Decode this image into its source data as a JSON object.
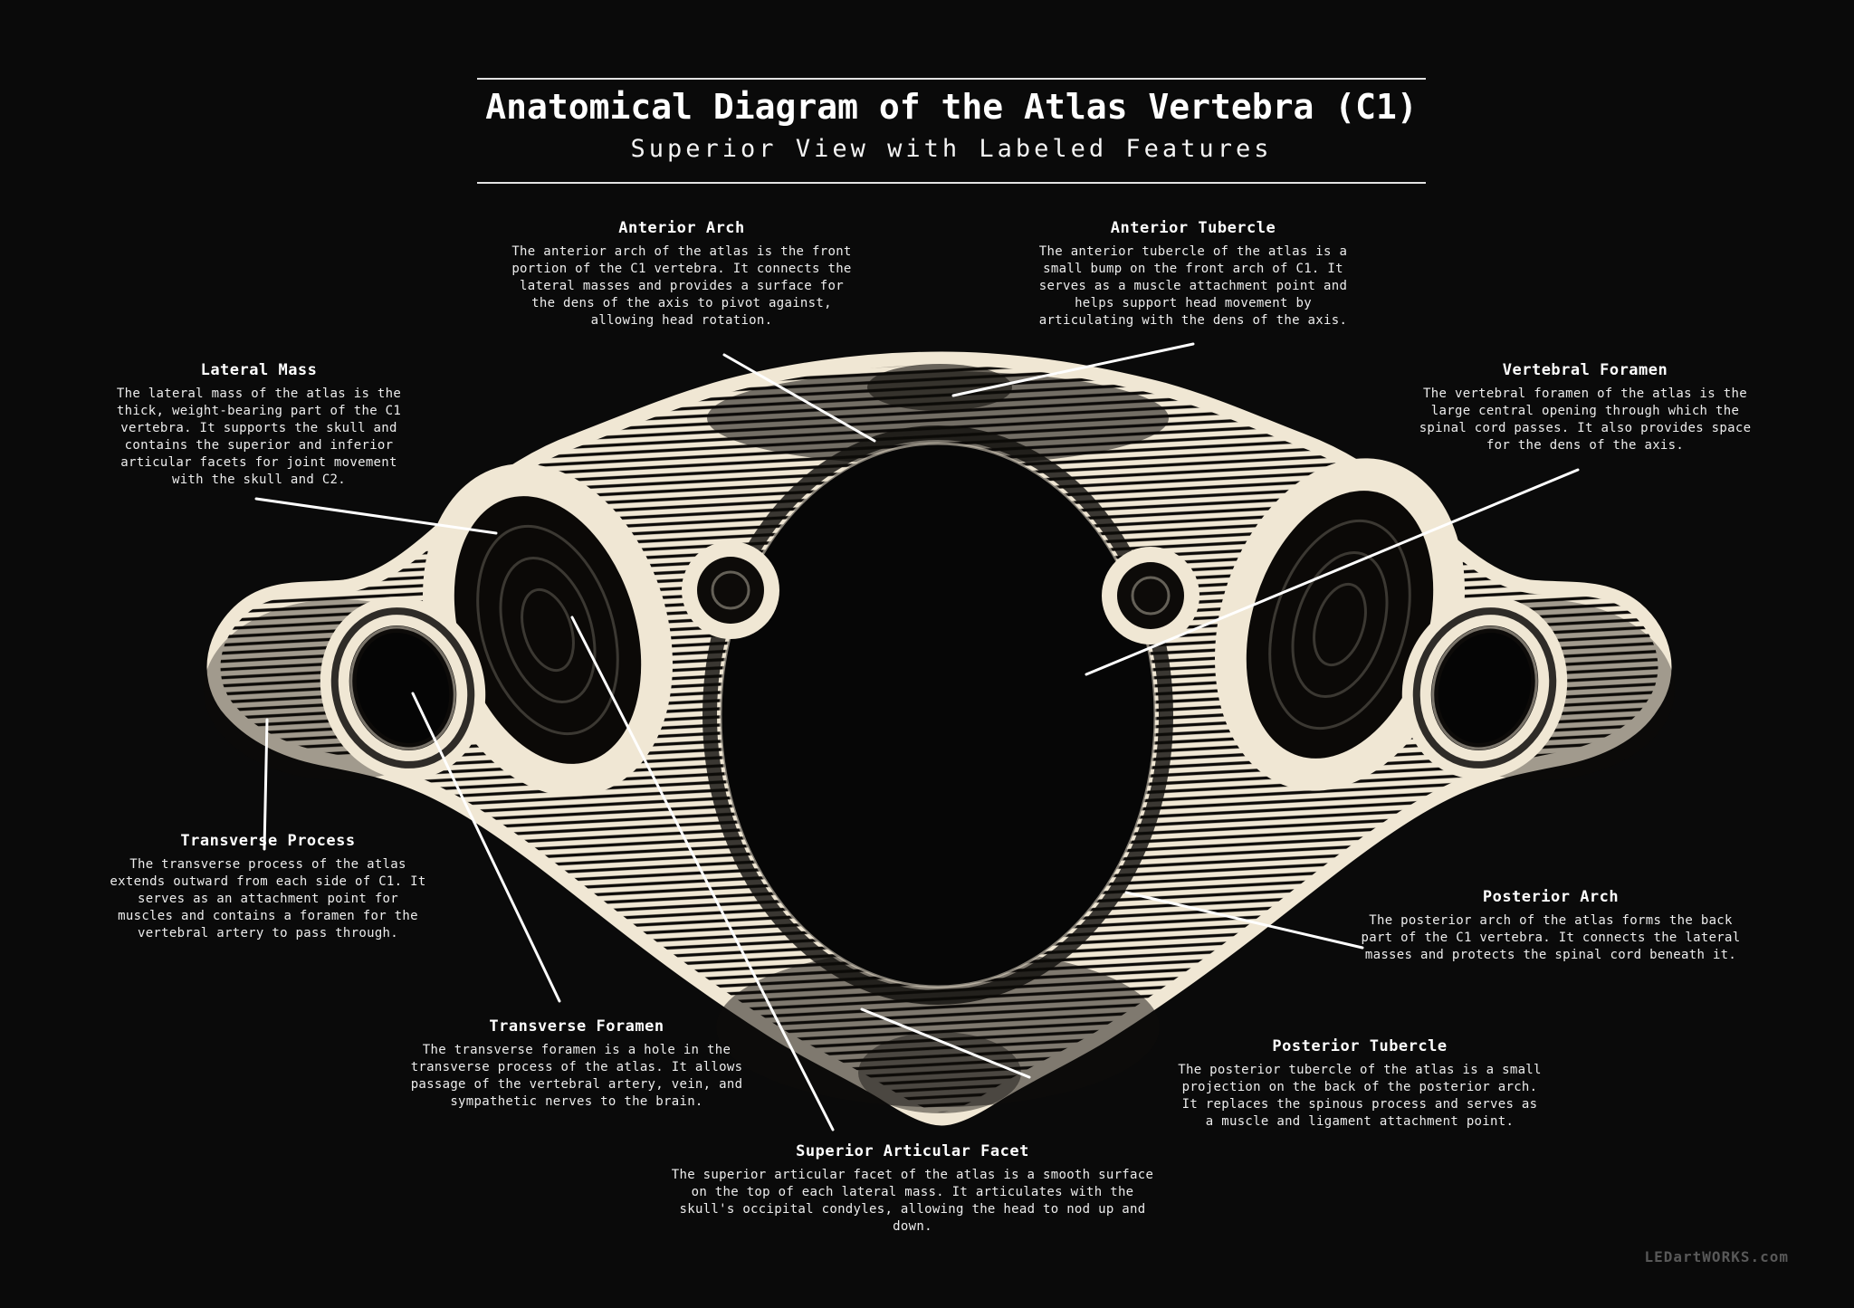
{
  "header": {
    "title": "Anatomical Diagram of the Atlas Vertebra (C1)",
    "subtitle": "Superior View with Labeled Features"
  },
  "labels": [
    {
      "id": "anterior-arch",
      "title": "Anterior Arch",
      "body": "The anterior arch of the atlas is the front portion of the C1 vertebra. It connects the lateral masses and provides a surface for the dens of the axis to pivot against, allowing head rotation."
    },
    {
      "id": "anterior-tubercle",
      "title": "Anterior Tubercle",
      "body": "The anterior tubercle of the atlas is a small bump on the front arch of C1. It serves as a muscle attachment point and helps support head movement by articulating with the dens of the axis."
    },
    {
      "id": "lateral-mass",
      "title": "Lateral Mass",
      "body": "The lateral mass of the atlas is the thick, weight-bearing part of the C1 vertebra. It supports the skull and contains the superior and inferior articular facets for joint movement with the skull and C2."
    },
    {
      "id": "vertebral-foramen",
      "title": "Vertebral Foramen",
      "body": "The vertebral foramen of the atlas is the large central opening through which the spinal cord passes. It also provides space for the dens of the axis."
    },
    {
      "id": "transverse-process",
      "title": "Transverse Process",
      "body": "The transverse process of the atlas extends outward from each side of C1. It serves as an attachment point for muscles and contains a foramen for the vertebral artery to pass through."
    },
    {
      "id": "transverse-foramen",
      "title": "Transverse Foramen",
      "body": "The transverse foramen is a hole in the transverse process of the atlas. It allows passage of the vertebral artery, vein, and sympathetic nerves to the brain."
    },
    {
      "id": "superior-articular-facet",
      "title": "Superior Articular Facet",
      "body": "The superior articular facet of the atlas is a smooth surface on the top of each lateral mass. It articulates with the skull's occipital condyles, allowing the head to nod up and down."
    },
    {
      "id": "posterior-arch",
      "title": "Posterior Arch",
      "body": "The posterior arch of the atlas forms the back part of the C1 vertebra. It connects the lateral masses and protects the spinal cord beneath it."
    },
    {
      "id": "posterior-tubercle",
      "title": "Posterior Tubercle",
      "body": "The posterior tubercle of the atlas is a small projection on the back of the posterior arch. It replaces the spinous process and serves as a muscle and ligament attachment point."
    }
  ],
  "illustration": "engraved-atlas-vertebra-superior-view",
  "watermark": "LEDartWORKS.com",
  "colors": {
    "background": "#0a0a0a",
    "bone": "#f0e7d4",
    "engraving": "#0d0b09",
    "text": "#ffffff",
    "leader_line": "#ffffff",
    "watermark": "#585858"
  }
}
